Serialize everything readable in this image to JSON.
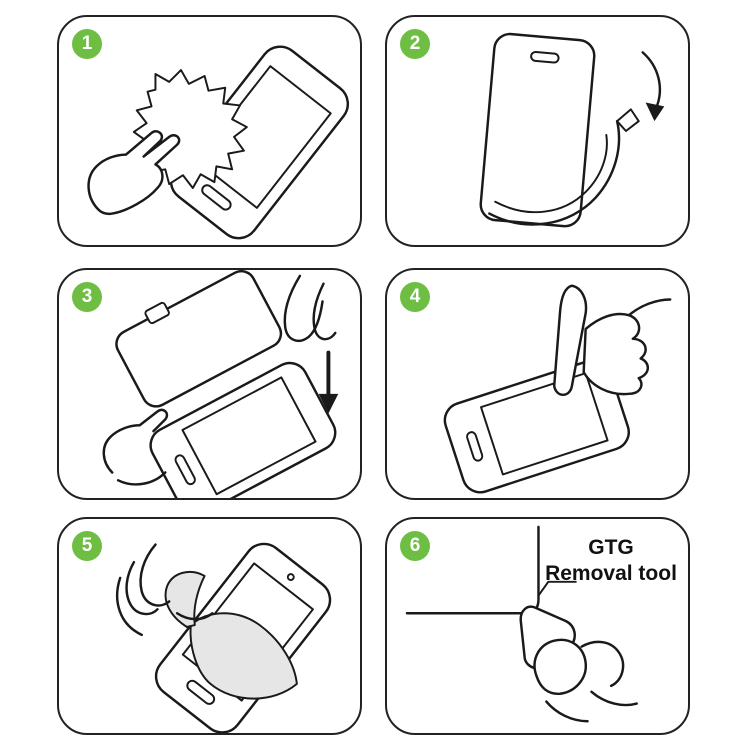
{
  "title": "screen-protector-installation-instructions",
  "colors": {
    "background": "#ffffff",
    "panel_border": "#222222",
    "line_art": "#1a1a1a",
    "step_badge": "#6fbe44",
    "step_number_text": "#ffffff",
    "film_shade": "#e6e6e6"
  },
  "steps": [
    {
      "number": "1",
      "illustration": "wipe-screen-with-cloth"
    },
    {
      "number": "2",
      "illustration": "peel-backing-film-from-protector"
    },
    {
      "number": "3",
      "illustration": "align-and-lower-protector-onto-phone"
    },
    {
      "number": "4",
      "illustration": "press-finger-on-screen-to-adhere"
    },
    {
      "number": "5",
      "illustration": "peel-front-film-off-phone"
    },
    {
      "number": "6",
      "illustration": "removal-tool-at-glass-corner",
      "label_line1": "GTG",
      "label_line2": "Removal tool"
    }
  ]
}
